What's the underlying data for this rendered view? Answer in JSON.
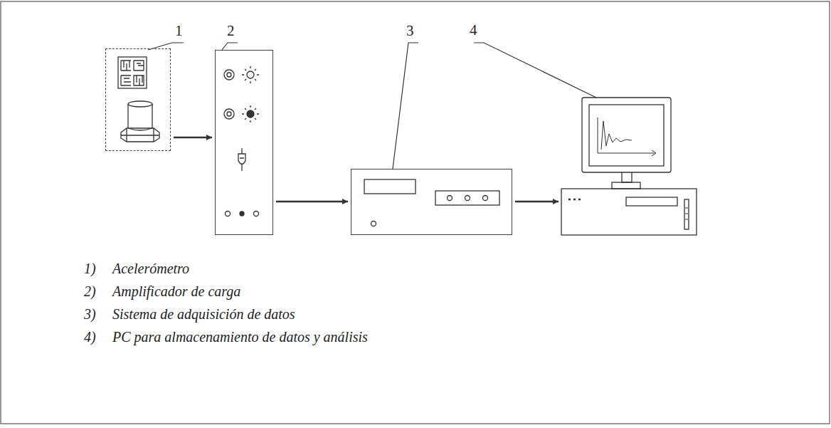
{
  "diagram": {
    "nodes": [
      {
        "text": [
          "1"
        ]
      },
      {
        "text": [
          "2"
        ]
      },
      {
        "text": [
          "3"
        ]
      },
      {
        "text": [
          "4"
        ]
      }
    ],
    "edges": [
      {
        "from": 0,
        "to": 1,
        "arrow": "to"
      },
      {
        "from": 1,
        "to": 2,
        "arrow": "to"
      },
      {
        "from": 2,
        "to": 3,
        "arrow": "to"
      }
    ],
    "labels": [
      "1)",
      "Acelerómetro",
      "2)",
      "Amplificador de carga",
      "3)",
      "Sistema de adquisición de datos",
      "4)",
      "PC para almacenamiento de datos y análisis"
    ]
  }
}
